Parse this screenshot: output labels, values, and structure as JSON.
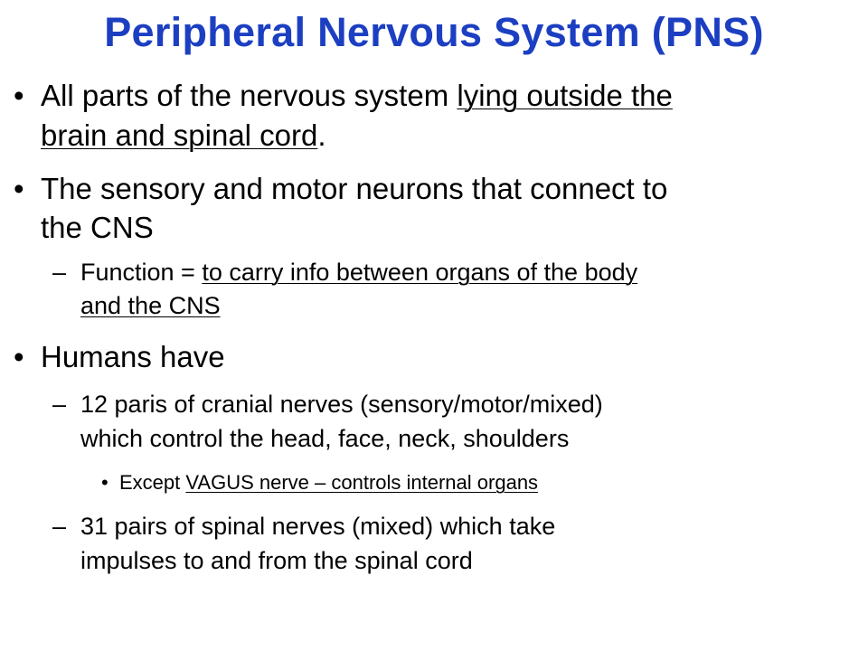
{
  "slide": {
    "title": "Peripheral Nervous System (PNS)",
    "bullet1": {
      "text_a": "All parts of the nervous system ",
      "text_b": "lying outside the",
      "text_c": "brain and spinal cord",
      "text_d": "."
    },
    "bullet2": {
      "line1": "The sensory and motor neurons that connect to",
      "line2": "the CNS",
      "sub1": {
        "text_a": "Function = ",
        "text_b": "to carry info between organs of the body",
        "text_c": "and the CNS"
      }
    },
    "bullet3": {
      "text": "Humans have",
      "sub1": {
        "line1": "12 paris of cranial nerves (sensory/motor/mixed)",
        "line2": "which control the head, face, neck, shoulders",
        "subsub": {
          "text_a": "Except ",
          "text_b": "VAGUS nerve – controls internal organs"
        }
      },
      "sub2": {
        "line1": "31 pairs of spinal nerves (mixed) which take",
        "line2": "impulses to and from the spinal cord"
      }
    },
    "glyphs": {
      "bullet": "•",
      "dash": "–"
    },
    "colors": {
      "title": "#1c3fc2",
      "text": "#000000"
    }
  }
}
